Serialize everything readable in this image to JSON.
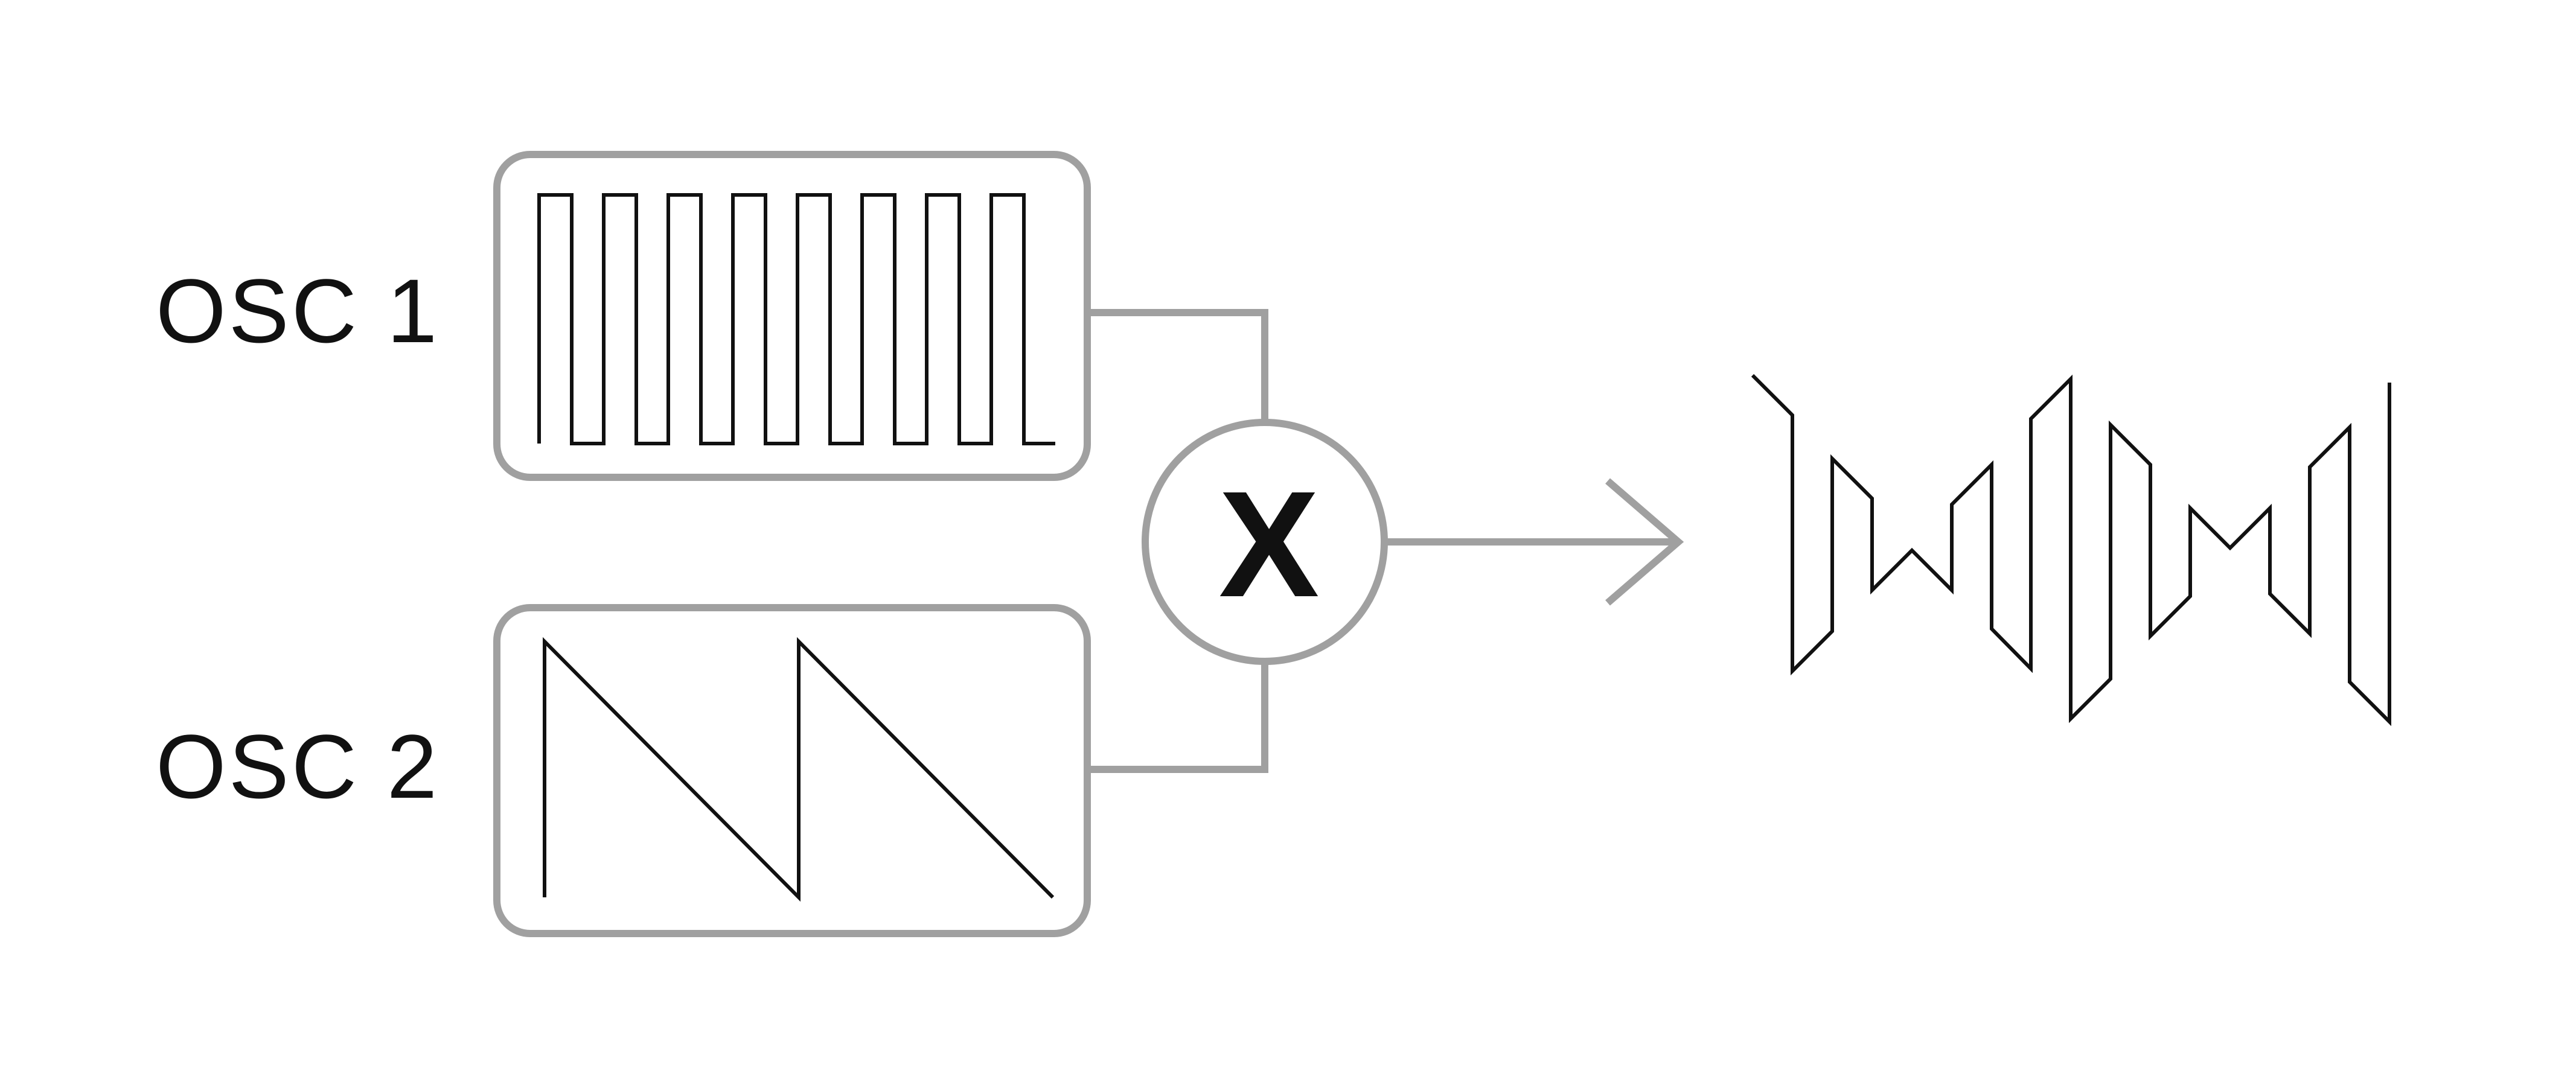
{
  "oscillators": [
    {
      "label": "OSC 1",
      "waveform": "square-icon"
    },
    {
      "label": "OSC 2",
      "waveform": "sawtooth-icon"
    }
  ],
  "operator": {
    "symbol": "X",
    "icon": "multiply-icon"
  },
  "output": {
    "waveform": "modulated-wave-icon",
    "arrow": "arrow-right-icon"
  },
  "colors": {
    "box_stroke": "#a0a0a0",
    "wave_stroke": "#111111",
    "text": "#111111",
    "background": "#ffffff"
  }
}
